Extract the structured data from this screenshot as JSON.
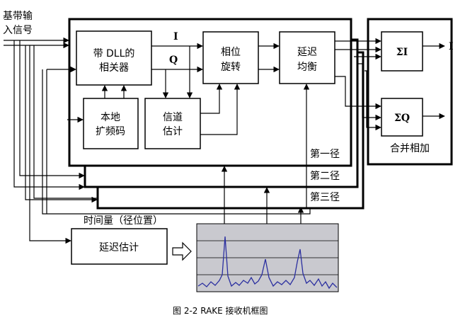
{
  "input_label": [
    "基带输",
    "入信号"
  ],
  "blocks": {
    "correlator": [
      "带 DLL的",
      "相关器"
    ],
    "phase_rotate": [
      "相位",
      "旋转"
    ],
    "delay_equalize": [
      "延迟",
      "均衡"
    ],
    "local_spread": [
      "本地",
      "扩频码"
    ],
    "channel_est": [
      "信道",
      "估计"
    ],
    "delay_est": "延迟估计",
    "sum_i": "ΣI",
    "sum_q": "ΣQ"
  },
  "signals": {
    "i": "I",
    "q": "Q",
    "out_i": "I"
  },
  "paths": [
    "第一径",
    "第二径",
    "第三径"
  ],
  "combine_label": "合并相加",
  "timing_label": "时间量（径位置）",
  "caption": "图 2-2 RAKE 接收机框图",
  "colors": {
    "line": "#000000",
    "plot_bg": "#c9c9cf",
    "plot_line": "#2b2fa0"
  }
}
